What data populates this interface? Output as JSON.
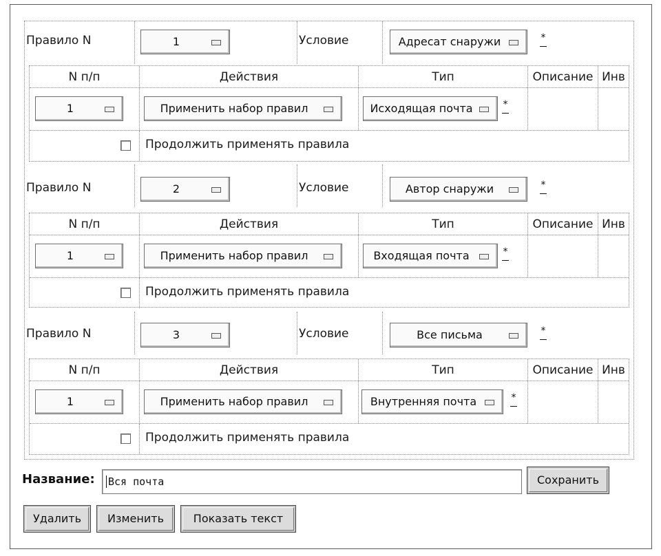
{
  "rules": [
    {
      "rule_label": "Правило N",
      "rule_number": "1",
      "condition_label": "Условие",
      "condition_value": "Адресат снаружи",
      "headers": [
        "N п/п",
        "Действия",
        "Тип",
        "Описание",
        "Инв"
      ],
      "action_index": "1",
      "action_value": "Применить набор правил",
      "type_value": "Исходящая почта",
      "continue_label": "Продолжить применять правила"
    },
    {
      "rule_label": "Правило N",
      "rule_number": "2",
      "condition_label": "Условие",
      "condition_value": "Автор снаружи",
      "headers": [
        "N п/п",
        "Действия",
        "Тип",
        "Описание",
        "Инв"
      ],
      "action_index": "1",
      "action_value": "Применить набор правил",
      "type_value": "Входящая почта",
      "continue_label": "Продолжить применять правила"
    },
    {
      "rule_label": "Правило N",
      "rule_number": "3",
      "condition_label": "Условие",
      "condition_value": "Все письма",
      "headers": [
        "N п/п",
        "Действия",
        "Тип",
        "Описание",
        "Инв"
      ],
      "action_index": "1",
      "action_value": "Применить набор правил",
      "type_value": "Внутренняя почта",
      "continue_label": "Продолжить применять правила"
    }
  ],
  "star_mark": "*",
  "name_label": "Название:",
  "name_value": "Вся почта",
  "buttons": {
    "save": "Сохранить",
    "delete": "Удалить",
    "edit": "Изменить",
    "show_text": "Показать текст"
  }
}
